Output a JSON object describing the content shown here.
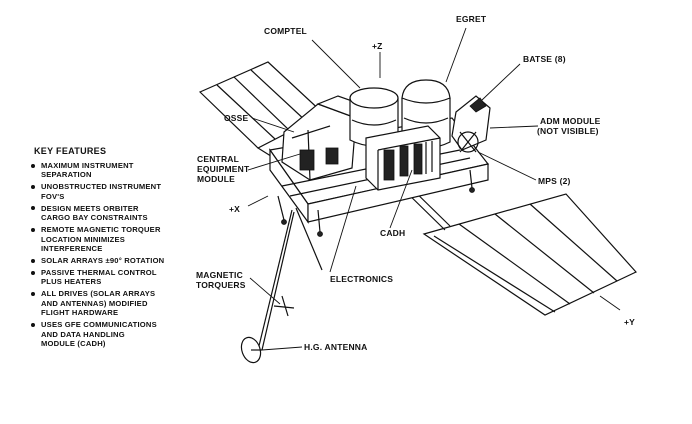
{
  "figure": {
    "labels": {
      "comptel": "COMPTEL",
      "plus_z": "+Z",
      "egret": "EGRET",
      "batse": "BATSE (8)",
      "adm_module_line1": "ADM MODULE",
      "adm_module_line2": "(NOT VISIBLE)",
      "osse": "OSSE",
      "central_line1": "CENTRAL",
      "central_line2": "EQUIPMENT",
      "central_line3": "MODULE",
      "mps": "MPS (2)",
      "plus_x": "+X",
      "cadh": "CADH",
      "electronics": "ELECTRONICS",
      "torquers_line1": "MAGNETIC",
      "torquers_line2": "TORQUERS",
      "plus_y": "+Y",
      "hg_antenna": "H.G. ANTENNA"
    }
  },
  "key_features": {
    "title": "KEY FEATURES",
    "items": [
      {
        "line1": "MAXIMUM INSTRUMENT",
        "line2": "SEPARATION",
        "line3": ""
      },
      {
        "line1": "UNOBSTRUCTED INSTRUMENT",
        "line2": "FOV'S",
        "line3": ""
      },
      {
        "line1": "DESIGN MEETS ORBITER",
        "line2": "CARGO BAY CONSTRAINTS",
        "line3": ""
      },
      {
        "line1": "REMOTE MAGNETIC TORQUER",
        "line2": "LOCATION MINIMIZES",
        "line3": "INTERFERENCE"
      },
      {
        "line1": "SOLAR ARRAYS ±90° ROTATION",
        "line2": "",
        "line3": ""
      },
      {
        "line1": "PASSIVE THERMAL CONTROL",
        "line2": "PLUS HEATERS",
        "line3": ""
      },
      {
        "line1": "ALL DRIVES (SOLAR ARRAYS",
        "line2": "AND ANTENNAS) MODIFIED",
        "line3": "FLIGHT HARDWARE"
      },
      {
        "line1": "USES GFE COMMUNICATIONS",
        "line2": "AND DATA HANDLING",
        "line3": "MODULE (CADH)"
      }
    ]
  }
}
